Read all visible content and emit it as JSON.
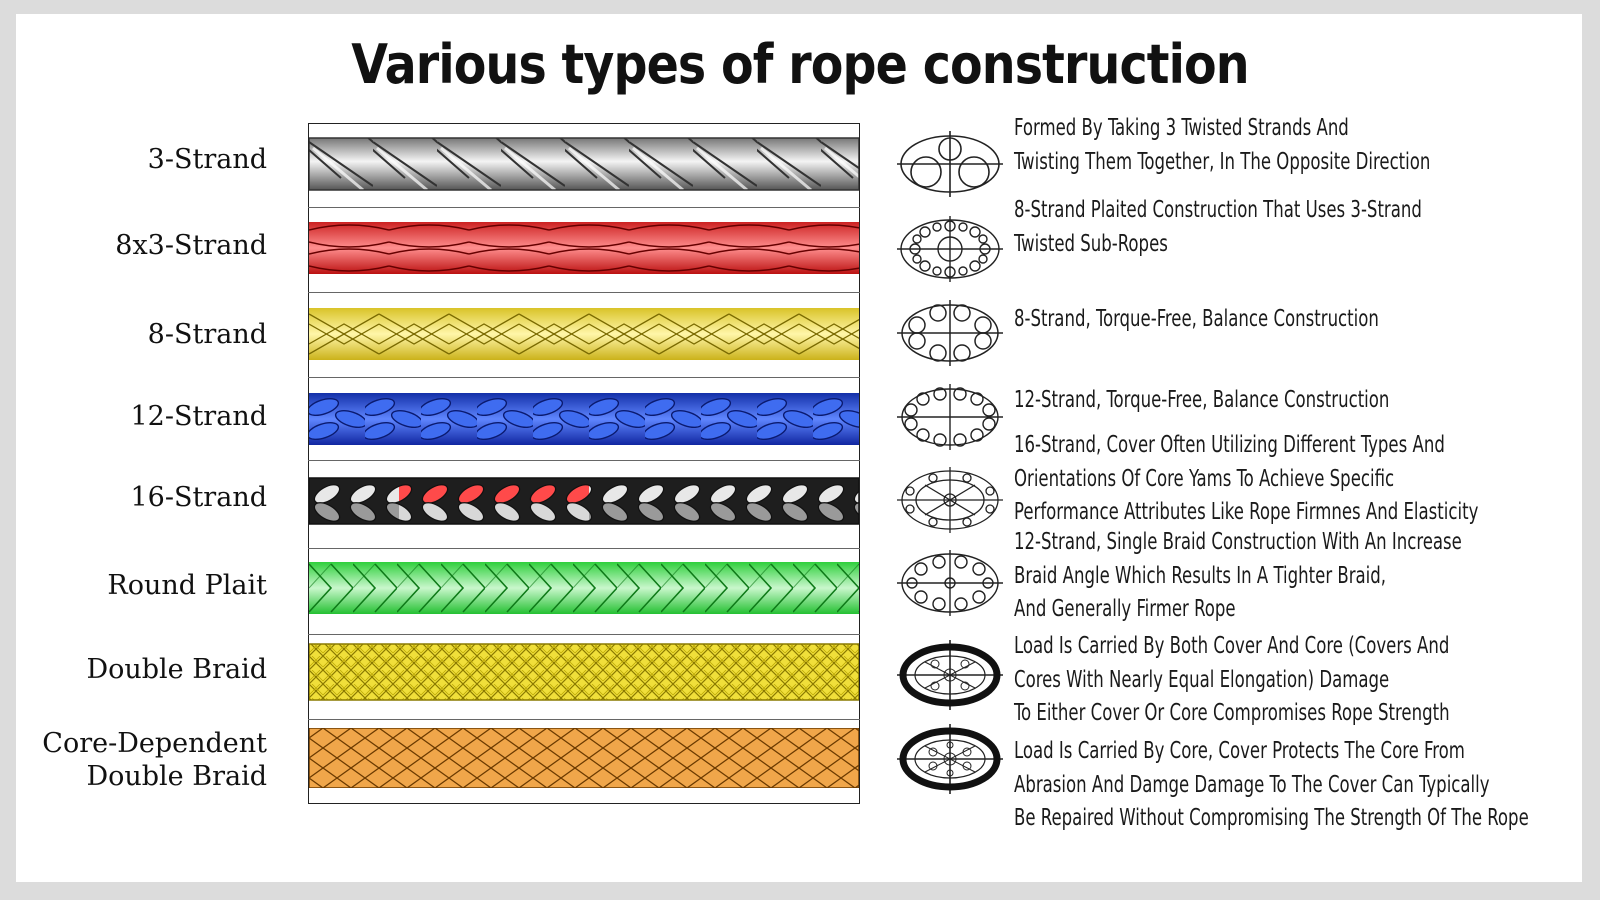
{
  "title": "Various types of rope construction",
  "rows": [
    {
      "label": "3-Strand",
      "color": "#b9b9b9",
      "desc": [
        "Formed By Taking 3 Twisted Strands And",
        "Twisting Them Together, In The Opposite Direction"
      ]
    },
    {
      "label": "8x3-Strand",
      "color": "#f26d6d",
      "desc": [
        "8-Strand Plaited Construction That Uses 3-Strand",
        "Twisted Sub-Ropes"
      ]
    },
    {
      "label": "8-Strand",
      "color": "#f2e272",
      "desc": [
        "8-Strand, Torque-Free, Balance Construction"
      ]
    },
    {
      "label": "12-Strand",
      "color": "#2f56d8",
      "desc": [
        "12-Strand, Torque-Free, Balance Construction"
      ]
    },
    {
      "label": "16-Strand",
      "color": "#4a4a4a",
      "desc": [
        "16-Strand, Cover Often Utilizing Different Types And",
        "Orientations Of Core Yams To Achieve Specific",
        "Performance Attributes Like Rope Firmnes And Elasticity"
      ]
    },
    {
      "label": "Round Plait",
      "color": "#5de86a",
      "desc": [
        "12-Strand, Single Braid Construction With An Increase",
        "Braid Angle Which Results In A Tighter Braid,",
        "And Generally Firmer Rope"
      ]
    },
    {
      "label": "Double Braid",
      "color": "#f0df3a",
      "desc": [
        "Load Is Carried By Both Cover And Core (Covers And",
        "Cores With  Nearly Equal Elongation) Damage",
        "To Either Cover Or Core Compromises Rope Strength"
      ]
    },
    {
      "label": [
        "Core-Dependent",
        "Double Braid"
      ],
      "color": "#f0a64a",
      "desc": [
        "Load Is Carried By Core, Cover Protects The Core From",
        "Abrasion And Damge Damage To The Cover Can Typically",
        "Be Repaired Without Compromising The Strength Of The Rope"
      ]
    }
  ]
}
